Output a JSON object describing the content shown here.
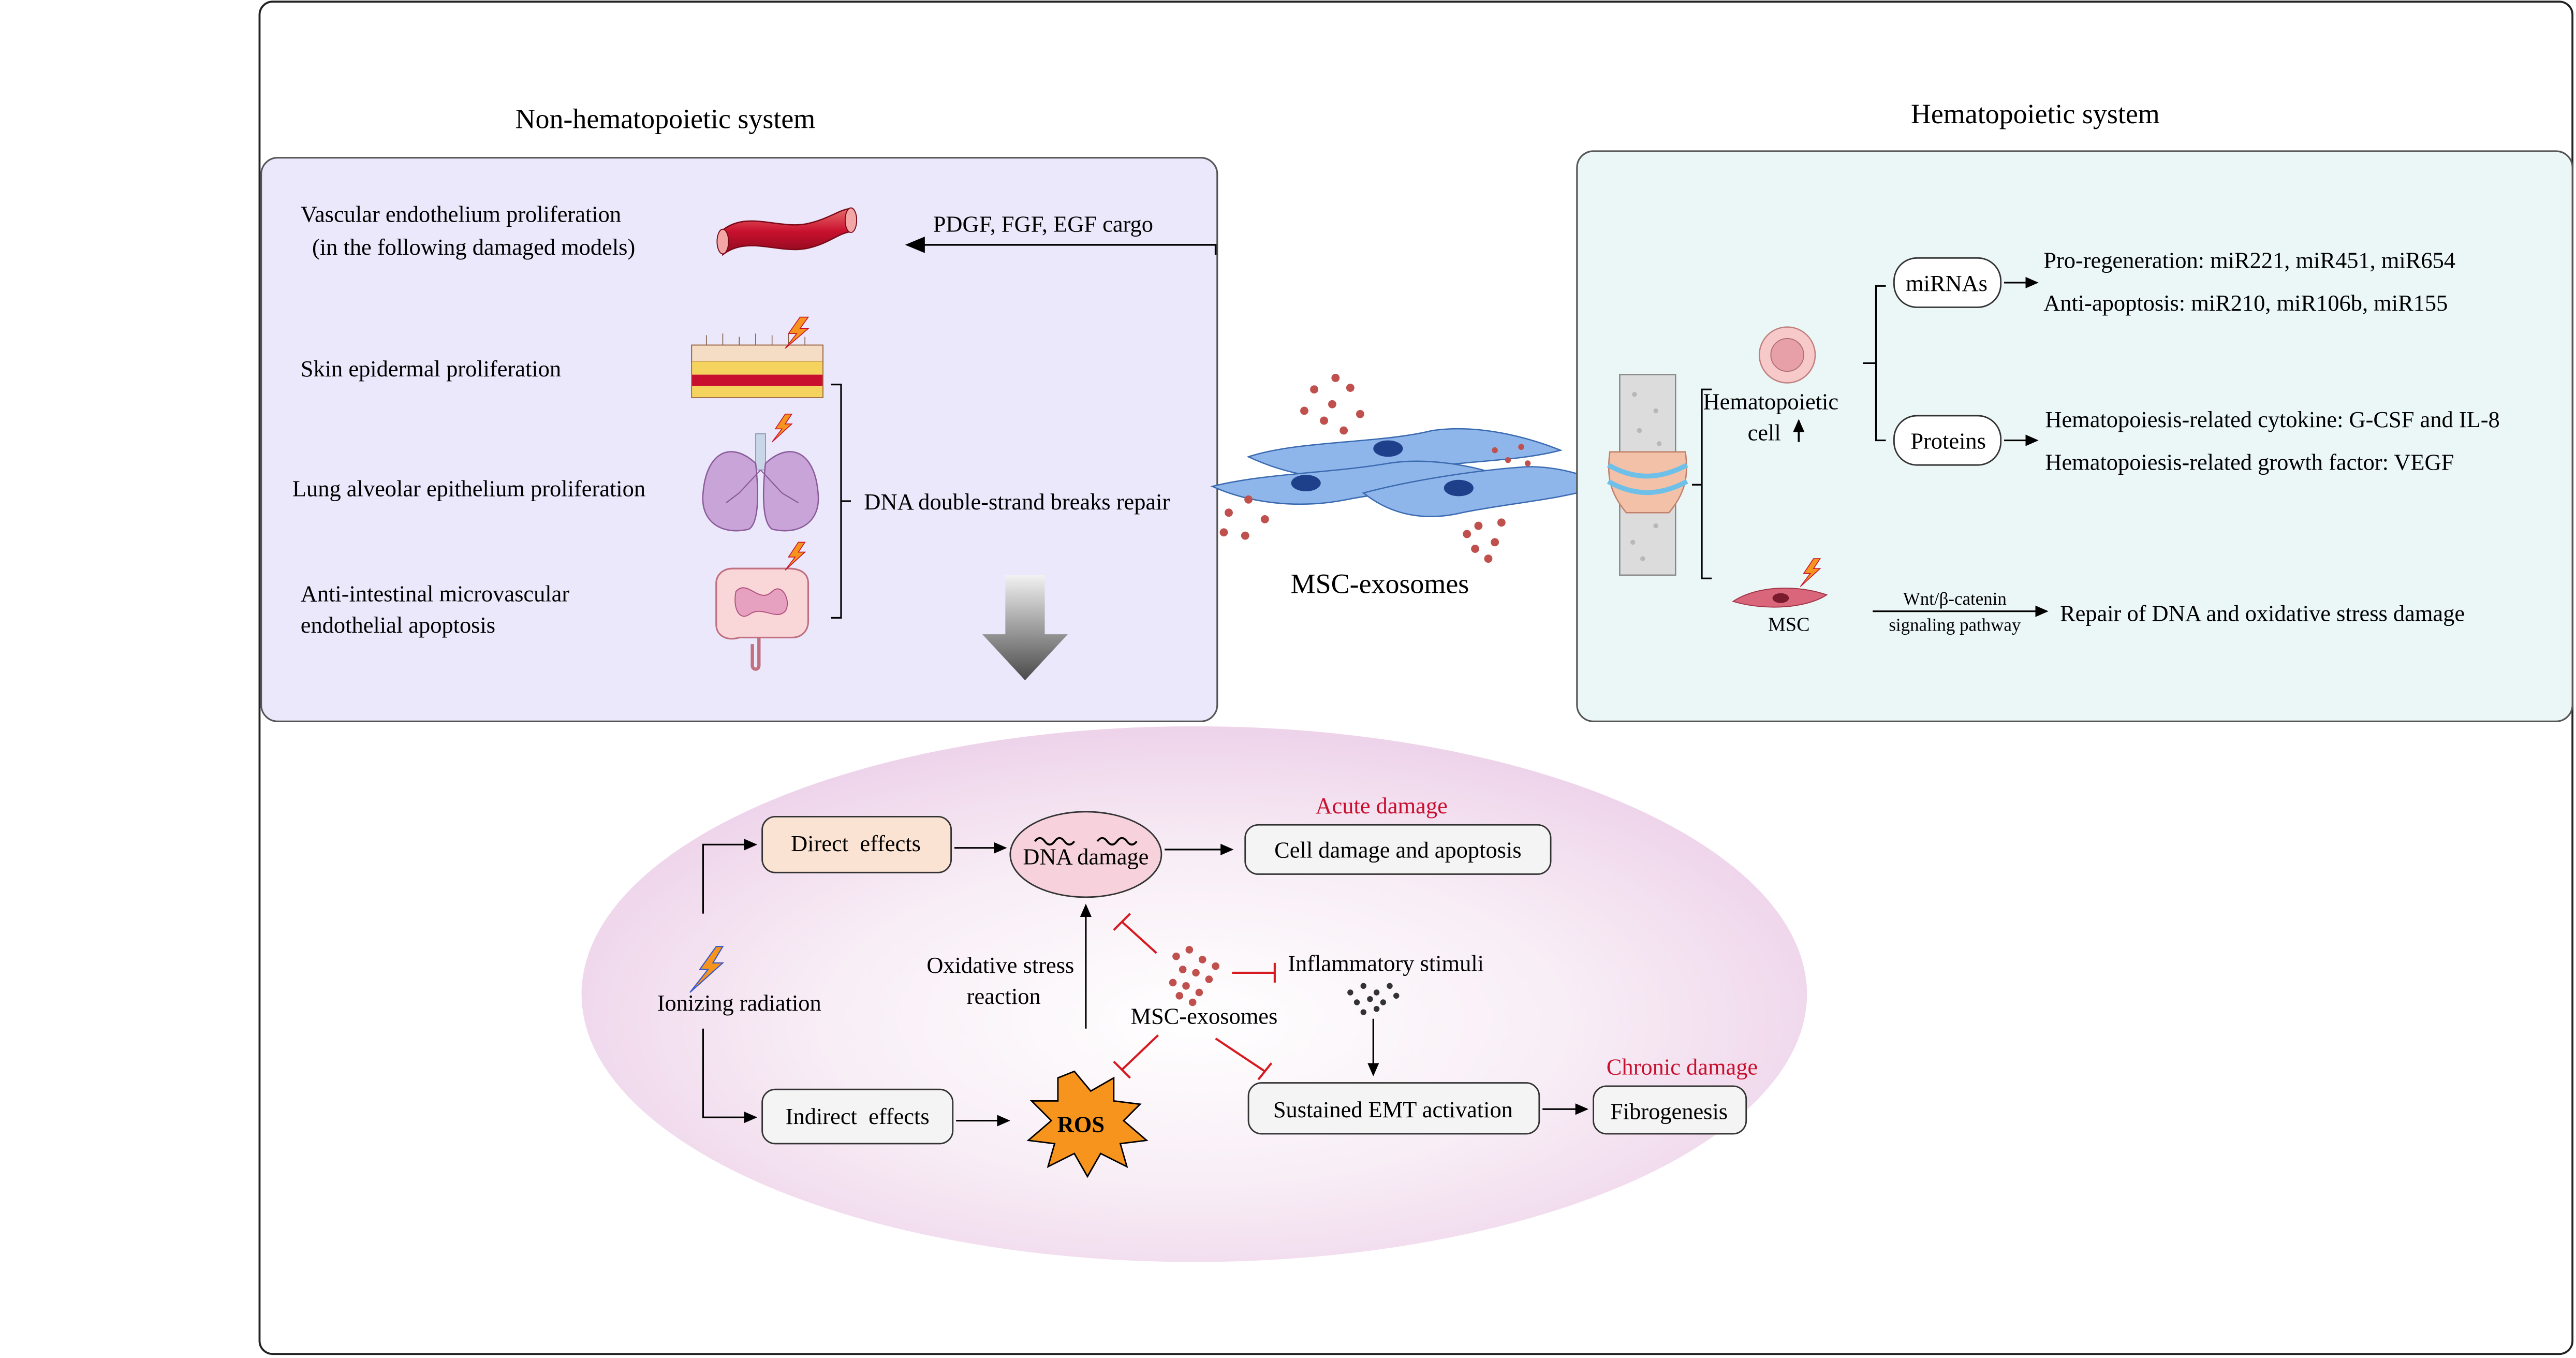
{
  "non_hematopoietic": {
    "title": "Non-hematopoietic system",
    "vascular_line1": "Vascular endothelium proliferation",
    "vascular_line2": "(in the following damaged models)",
    "cargo": "PDGF, FGF, EGF cargo",
    "skin": "Skin epidermal proliferation",
    "lung": "Lung alveolar epithelium proliferation",
    "intestine_line1": "Anti-intestinal microvascular",
    "intestine_line2": "endothelial apoptosis",
    "dna_repair": "DNA double-strand breaks repair"
  },
  "hematopoietic": {
    "title": "Hematopoietic system",
    "mirnas": "miRNAs",
    "mirna_pro": "Pro-regeneration: miR221, miR451, miR654",
    "mirna_anti": "Anti-apoptosis: miR210, miR106b, miR155",
    "cell_line1": "Hematopoietic",
    "cell_line2": "cell",
    "proteins": "Proteins",
    "cytokine": "Hematopoiesis-related cytokine: G-CSF and IL-8",
    "growth_factor": "Hematopoiesis-related growth factor: VEGF",
    "msc": "MSC",
    "wnt_line1": "Wnt/β-catenin",
    "wnt_line2": "signaling pathway",
    "repair": "Repair of DNA and oxidative stress damage"
  },
  "center": {
    "msc_exosomes": "MSC-exosomes"
  },
  "mechanism": {
    "ionizing": "Ionizing radiation",
    "direct": "Direct  effects",
    "indirect": "Indirect  effects",
    "dna_damage": "DNA damage",
    "acute": "Acute damage",
    "cell_damage": "Cell damage and apoptosis",
    "oxidative_line1": "Oxidative stress",
    "oxidative_line2": "reaction",
    "msc_exosomes": "MSC-exosomes",
    "inflammatory": "Inflammatory stimuli",
    "ros": "ROS",
    "emt": "Sustained EMT activation",
    "chronic": "Chronic damage",
    "fibrogenesis": "Fibrogenesis"
  },
  "colors": {
    "non_hema_panel": "#ebe8fb",
    "hema_panel": "#ebf7f6",
    "acute_red": "#c8102e",
    "ros_orange": "#f7941d",
    "direct_box": "#fbe3d3",
    "dna_ellipse": "#f7d2dc",
    "exosome_dot": "#c0504d"
  }
}
